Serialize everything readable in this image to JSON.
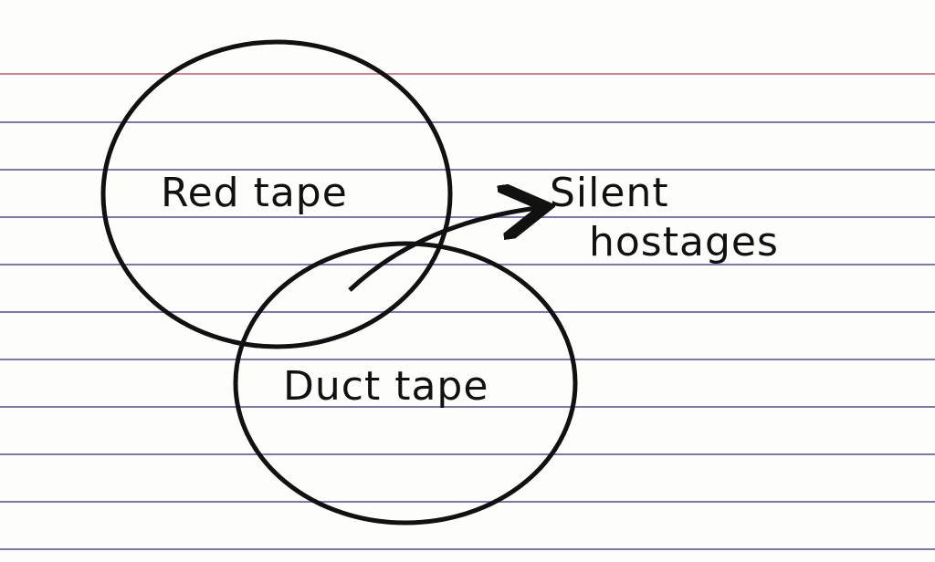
{
  "diagram": {
    "type": "venn",
    "sets": [
      {
        "label": "Red tape"
      },
      {
        "label": "Duct tape"
      }
    ],
    "intersection_annotation": {
      "line1": "Silent",
      "line2": "hostages"
    }
  },
  "colors": {
    "ink": "#111111",
    "rule_blue": "#4a4aa8",
    "rule_red": "#c8586a",
    "paper": "#fdfdfb"
  }
}
